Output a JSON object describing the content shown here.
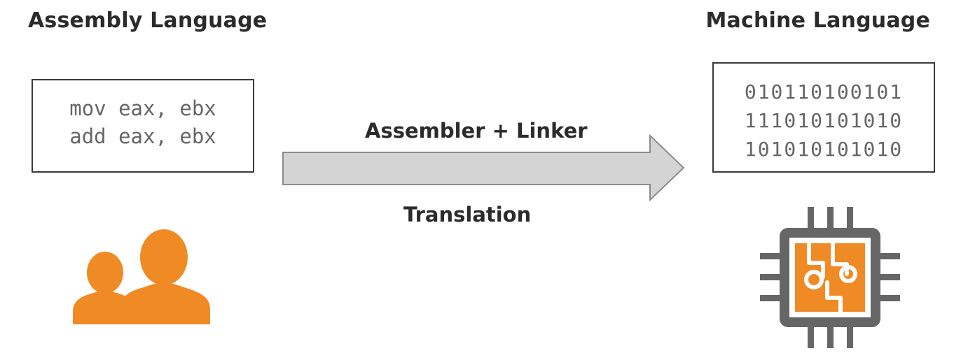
{
  "left": {
    "heading": "Assembly Language",
    "code_lines": [
      "mov eax, ebx",
      "add eax, ebx"
    ],
    "icon": "users-icon"
  },
  "right": {
    "heading": "Machine Language",
    "code_lines": [
      "010110100101",
      "111010101010",
      "101010101010"
    ],
    "icon": "cpu-chip-icon"
  },
  "arrow": {
    "top_label": "Assembler + Linker",
    "bottom_label": "Translation"
  },
  "colors": {
    "accent": "#f08a24",
    "chip_frame": "#666666",
    "arrow_fill": "#d4d4d4",
    "arrow_stroke": "#8c8c8c"
  }
}
